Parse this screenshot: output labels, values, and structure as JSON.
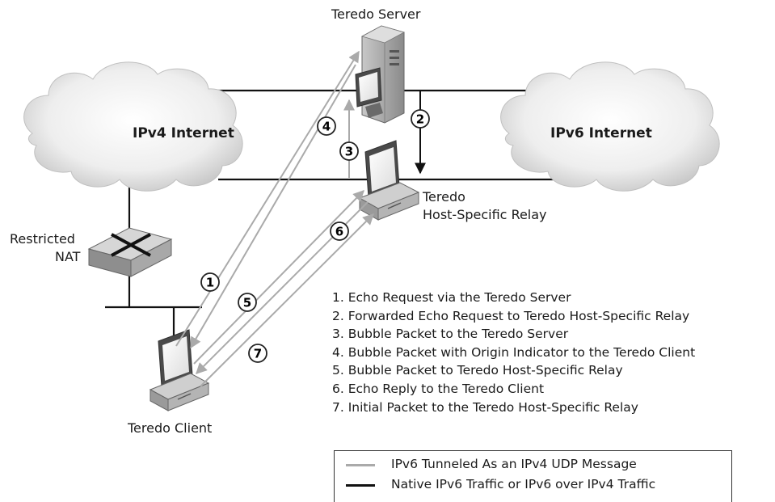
{
  "labels": {
    "teredo_server": "Teredo Server",
    "ipv4_internet": "IPv4 Internet",
    "ipv6_internet": "IPv6 Internet",
    "relay_line1": "Teredo",
    "relay_line2": "Host-Specific Relay",
    "nat_line1": "Restricted",
    "nat_line2": "NAT",
    "teredo_client": "Teredo Client"
  },
  "badges": [
    "1",
    "2",
    "3",
    "4",
    "5",
    "6",
    "7"
  ],
  "steps": [
    "1. Echo Request via the Teredo Server",
    "2. Forwarded Echo Request to Teredo Host-Specific Relay",
    "3. Bubble Packet to the Teredo Server",
    "4. Bubble Packet with Origin Indicator to the Teredo Client",
    "5. Bubble Packet to Teredo Host-Specific Relay",
    "6. Echo Reply to the Teredo Client",
    "7. Initial Packet to the Teredo Host-Specific Relay"
  ],
  "legend": [
    {
      "text": "IPv6 Tunneled As an IPv4 UDP Message",
      "color": "#aaaaaa"
    },
    {
      "text": "Native IPv6 Traffic or IPv6 over IPv4 Traffic",
      "color": "#111111"
    }
  ],
  "colors": {
    "tunnel_arrow": "#aaaaaa",
    "native_line": "#111111",
    "cloud_fill": "#dcdcdc",
    "device_gray": "#9a9a9a"
  }
}
